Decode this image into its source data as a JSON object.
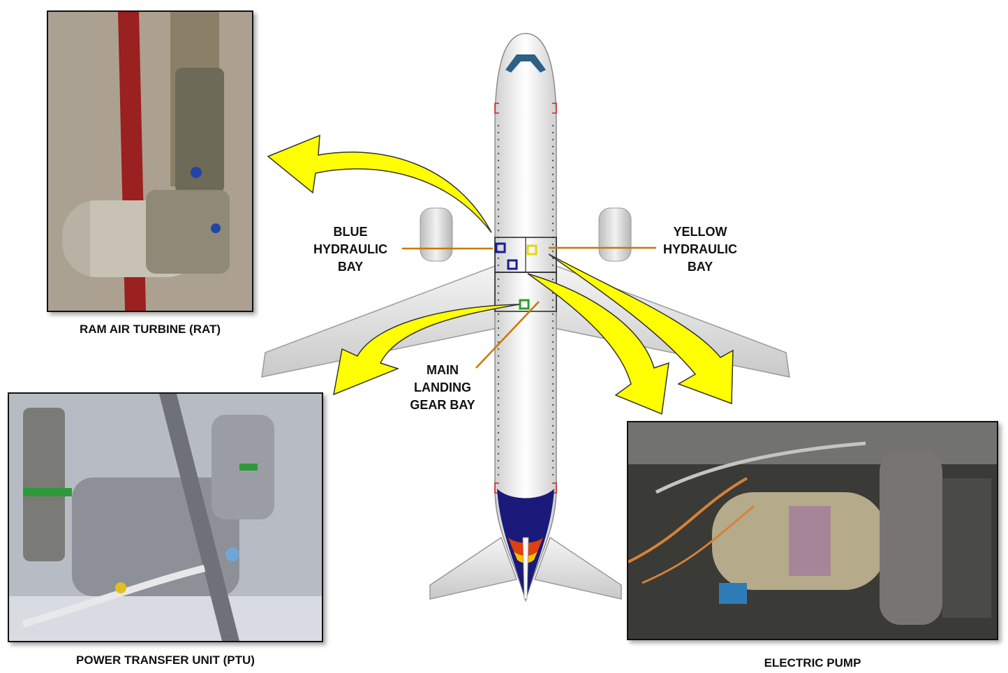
{
  "photos": {
    "rat": {
      "caption": "RAM AIR TURBINE (RAT)"
    },
    "ptu": {
      "caption": "POWER TRANSFER UNIT (PTU)"
    },
    "pump": {
      "caption": "ELECTRIC PUMP"
    }
  },
  "labels": {
    "blue_bay": [
      "BLUE",
      "HYDRAULIC",
      "BAY"
    ],
    "yellow_bay": [
      "YELLOW",
      "HYDRAULIC",
      "BAY"
    ],
    "mlg_bay": [
      "MAIN",
      "LANDING",
      "GEAR BAY"
    ]
  },
  "colors": {
    "arrow_fill": "#ffff00",
    "leader_line": "#c87800",
    "blue_system": "#1b1b9a",
    "yellow_system": "#e8d800",
    "green_system": "#28a028"
  }
}
